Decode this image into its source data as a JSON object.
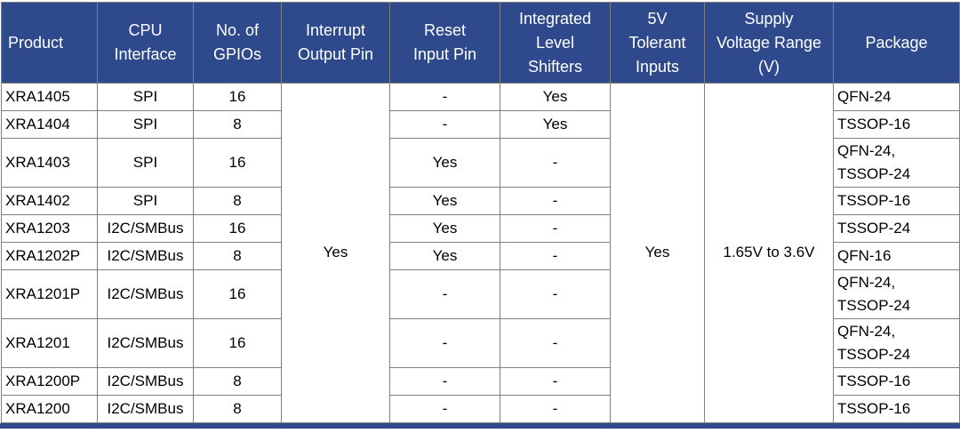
{
  "table": {
    "accent_color": "#2f4a8c",
    "border_color": "#808080",
    "header_text_color": "#ffffff",
    "columns": [
      {
        "id": "product",
        "label": "Product"
      },
      {
        "id": "cpu-interface",
        "label": "CPU\nInterface"
      },
      {
        "id": "gpios",
        "label": "No. of\nGPIOs"
      },
      {
        "id": "interrupt-output-pin",
        "label": "Interrupt\nOutput Pin"
      },
      {
        "id": "reset-input-pin",
        "label": "Reset\nInput Pin"
      },
      {
        "id": "level-shifters",
        "label": "Integrated\nLevel\nShifters"
      },
      {
        "id": "5v-tolerant-inputs",
        "label": "5V\nTolerant\nInputs"
      },
      {
        "id": "supply-voltage-range",
        "label": "Supply\nVoltage Range\n(V)"
      },
      {
        "id": "package",
        "label": "Package"
      }
    ],
    "merged": {
      "interrupt_output_pin": "Yes",
      "five_v_tolerant_inputs": "Yes",
      "supply_voltage_range": "1.65V to 3.6V"
    },
    "rows": [
      {
        "product": "XRA1405",
        "cpu_interface": "SPI",
        "gpios": "16",
        "reset": "-",
        "level_shifters": "Yes",
        "package": "QFN-24",
        "tall": false
      },
      {
        "product": "XRA1404",
        "cpu_interface": "SPI",
        "gpios": "8",
        "reset": "-",
        "level_shifters": "Yes",
        "package": "TSSOP-16",
        "tall": false
      },
      {
        "product": "XRA1403",
        "cpu_interface": "SPI",
        "gpios": "16",
        "reset": "Yes",
        "level_shifters": "-",
        "package": "QFN-24,\nTSSOP-24",
        "tall": true
      },
      {
        "product": "XRA1402",
        "cpu_interface": "SPI",
        "gpios": "8",
        "reset": "Yes",
        "level_shifters": "-",
        "package": "TSSOP-16",
        "tall": false
      },
      {
        "product": "XRA1203",
        "cpu_interface": "I2C/SMBus",
        "gpios": "16",
        "reset": "Yes",
        "level_shifters": "-",
        "package": "TSSOP-24",
        "tall": false
      },
      {
        "product": "XRA1202P",
        "cpu_interface": "I2C/SMBus",
        "gpios": "8",
        "reset": "Yes",
        "level_shifters": "-",
        "package": "QFN-16",
        "tall": false
      },
      {
        "product": "XRA1201P",
        "cpu_interface": "I2C/SMBus",
        "gpios": "16",
        "reset": "-",
        "level_shifters": "-",
        "package": "QFN-24,\nTSSOP-24",
        "tall": true
      },
      {
        "product": "XRA1201",
        "cpu_interface": "I2C/SMBus",
        "gpios": "16",
        "reset": "-",
        "level_shifters": "-",
        "package": "QFN-24,\nTSSOP-24",
        "tall": true
      },
      {
        "product": "XRA1200P",
        "cpu_interface": "I2C/SMBus",
        "gpios": "8",
        "reset": "-",
        "level_shifters": "-",
        "package": "TSSOP-16",
        "tall": false
      },
      {
        "product": "XRA1200",
        "cpu_interface": "I2C/SMBus",
        "gpios": "8",
        "reset": "-",
        "level_shifters": "-",
        "package": "TSSOP-16",
        "tall": false
      }
    ]
  }
}
